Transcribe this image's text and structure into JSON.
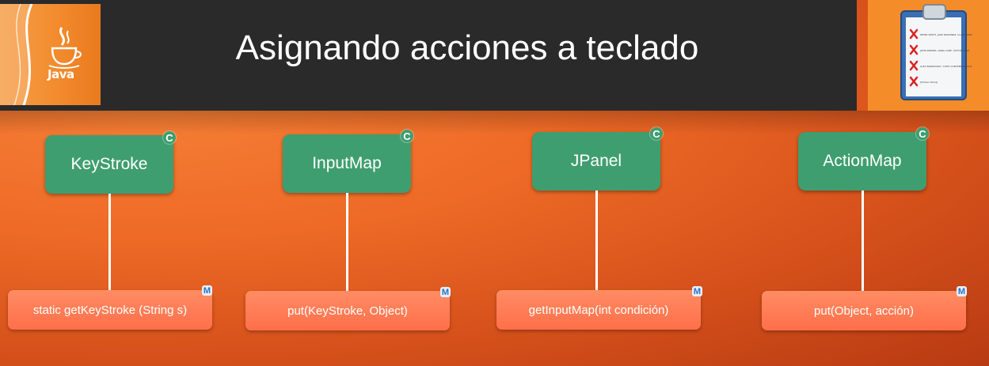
{
  "header": {
    "title": "Asignando acciones a teclado",
    "logo_text": "Java"
  },
  "clipboard": {
    "lines": [
      "PETER SMITH, JOSE MARTINEZ, CLARK KENT",
      "JOHN PARKER, ANNA LANE, VICTOR ROSE",
      "ALEX BORKOVSKY, TOMY CONTEMPOSOLUS",
      "[Hidden Items]"
    ]
  },
  "diagram": {
    "class_badge": "C",
    "method_badge": "M",
    "classes": [
      {
        "name": "KeyStroke",
        "method": "static getKeyStroke (String s)"
      },
      {
        "name": "InputMap",
        "method": "put(KeyStroke, Object)"
      },
      {
        "name": "JPanel",
        "method": "getInputMap(int condición)"
      },
      {
        "name": "ActionMap",
        "method": "put(Object, acción)"
      }
    ]
  },
  "colors": {
    "background": "#ee6a26",
    "title_bar": "#2a2a2a",
    "class_box": "#3f9e6f",
    "method_box": "#ff7a53"
  }
}
